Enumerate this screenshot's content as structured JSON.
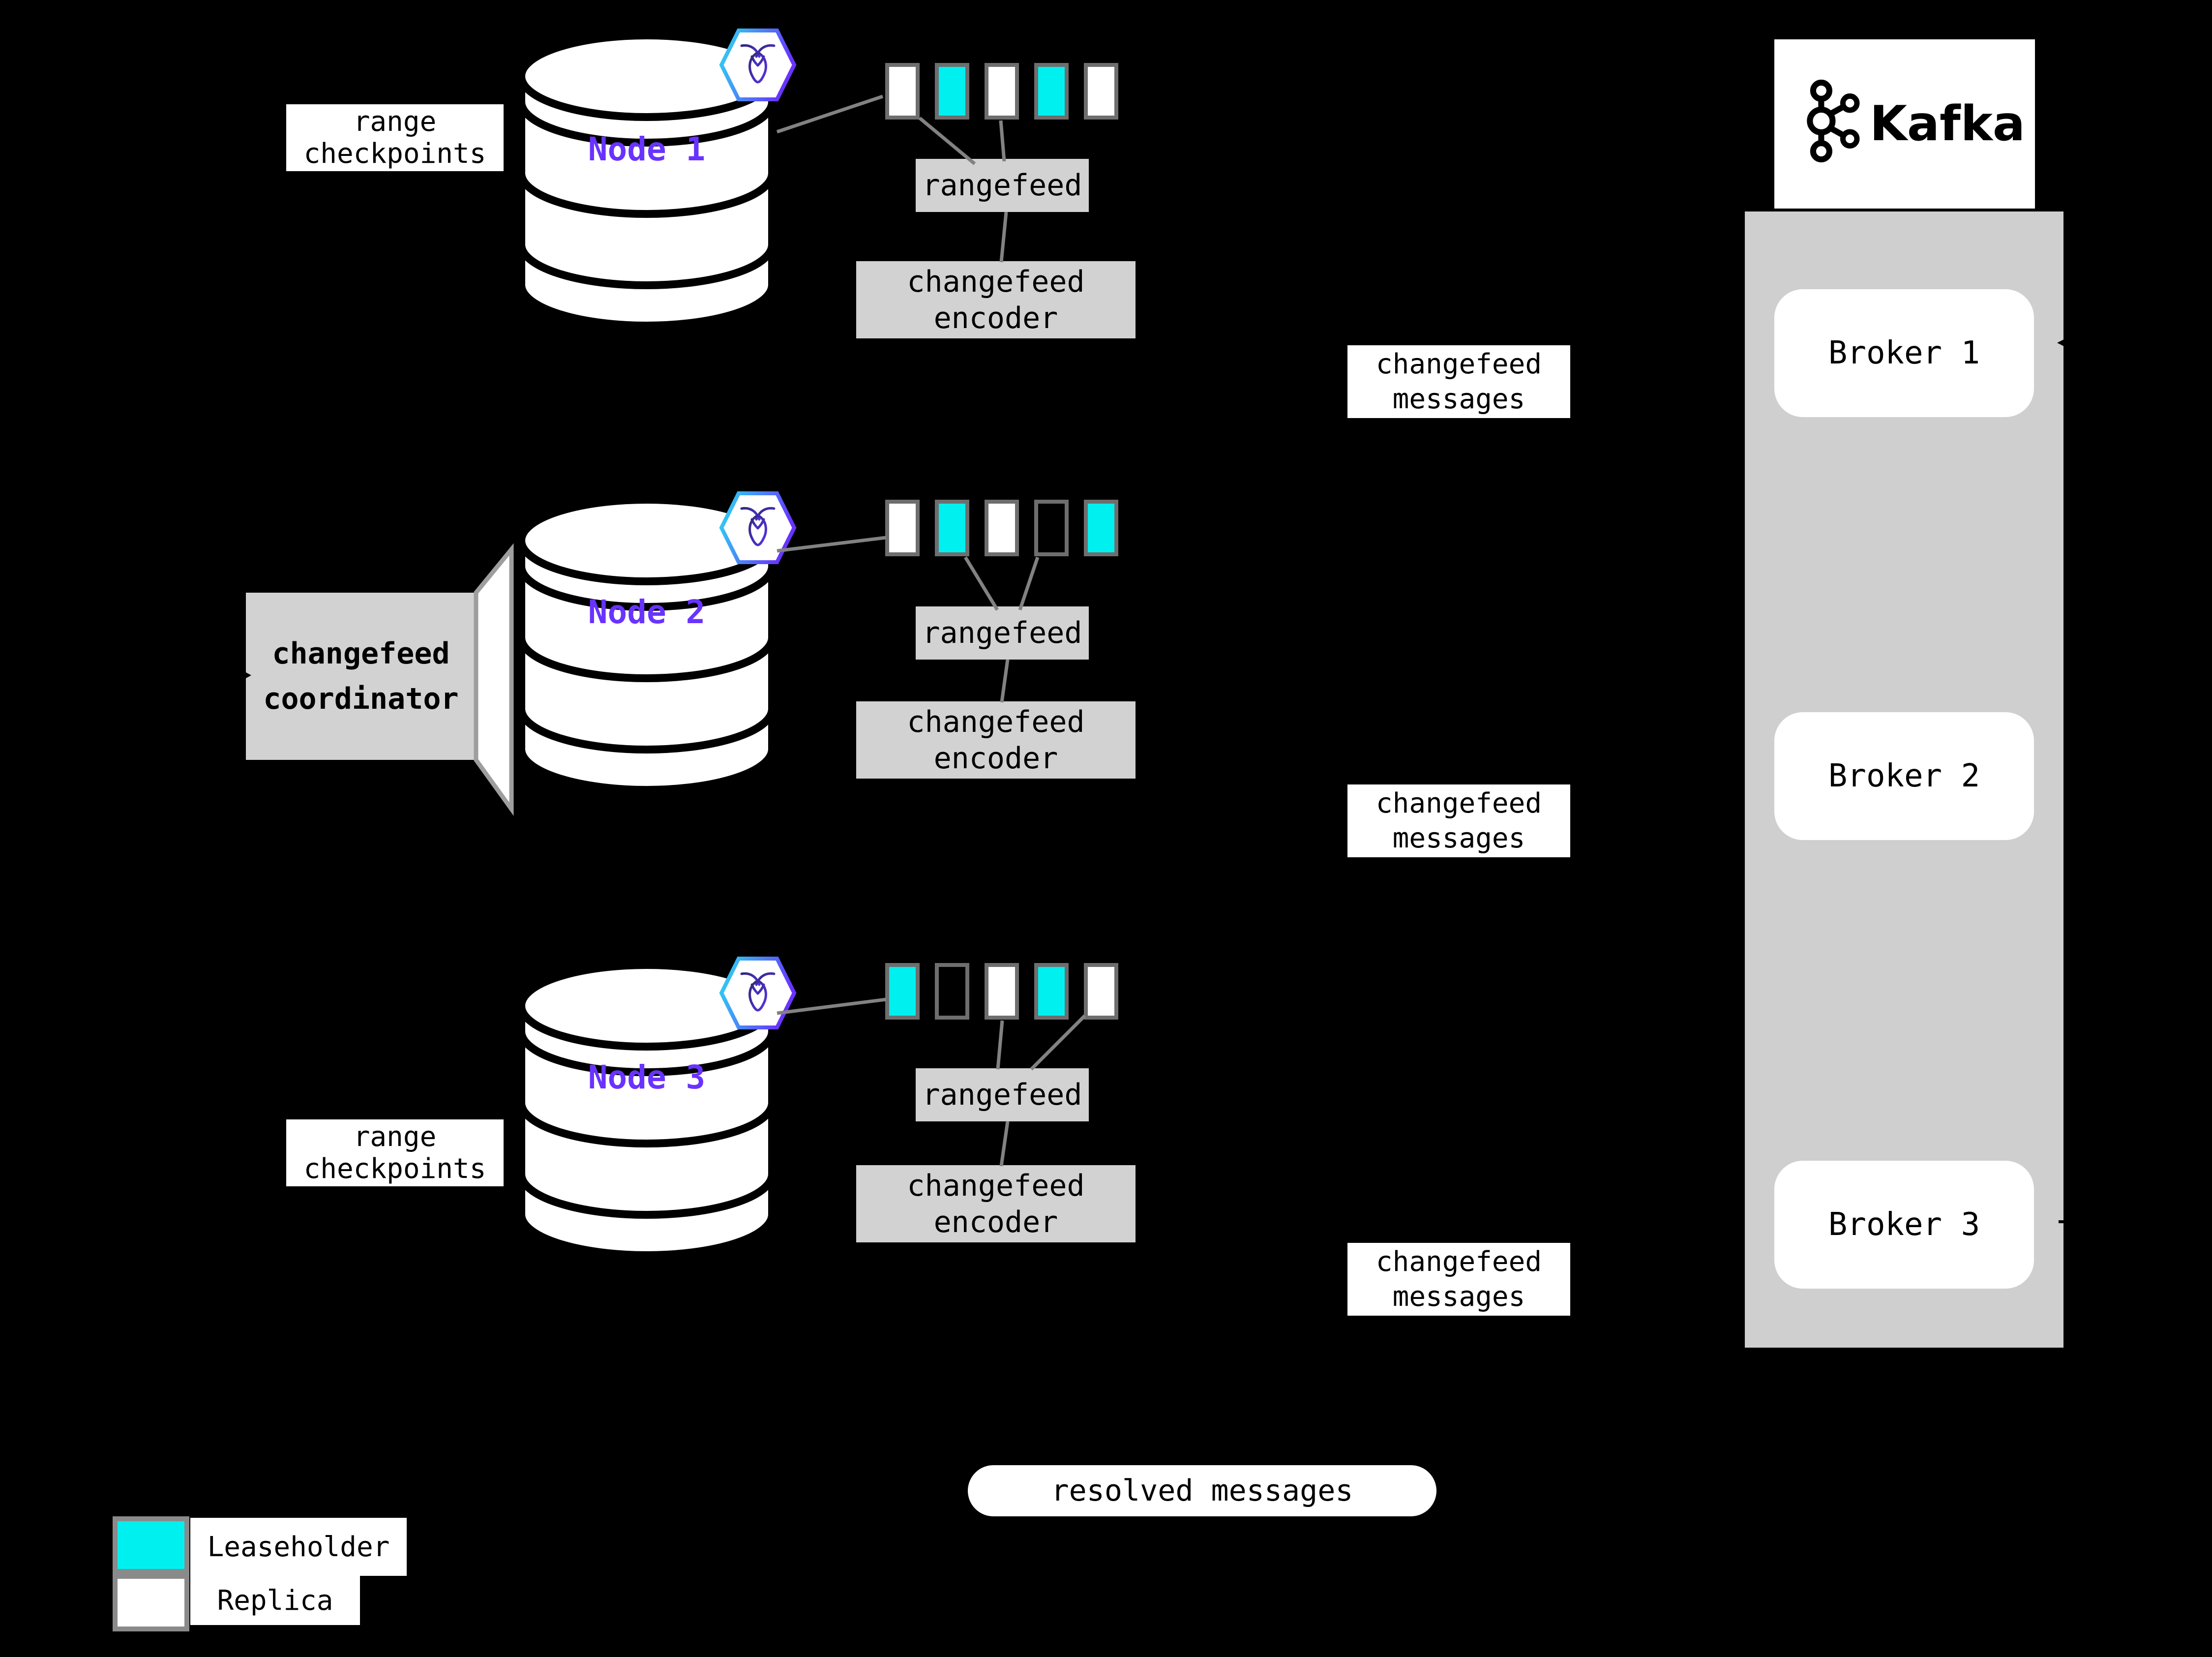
{
  "colors": {
    "leaseholder": "#00f0f0",
    "replica": "#ffffff",
    "node_label": "#6933ff",
    "box_gray": "#d2d2d2",
    "panel_gray": "#cfcfcf",
    "line_gray": "#828282",
    "square_border": "#6e6e6e",
    "hex_start": "#2bd9f2",
    "hex_end": "#6933ff",
    "roach_start": "#2f2a7a",
    "roach_end": "#5a31e8"
  },
  "nodes": [
    {
      "label": "Node 1",
      "side_label": [
        "range",
        "checkpoints"
      ],
      "rangefeed": "rangefeed",
      "encoder": [
        "changefeed",
        "encoder"
      ],
      "messages": [
        "changefeed",
        "messages"
      ],
      "replicas": [
        "replica",
        "leaseholder",
        "replica",
        "leaseholder",
        "replica"
      ]
    },
    {
      "label": "Node 2",
      "coordinator": [
        "changefeed",
        "coordinator"
      ],
      "rangefeed": "rangefeed",
      "encoder": [
        "changefeed",
        "encoder"
      ],
      "messages": [
        "changefeed",
        "messages"
      ],
      "replicas": [
        "replica",
        "leaseholder",
        "replica",
        "none",
        "leaseholder"
      ]
    },
    {
      "label": "Node 3",
      "side_label": [
        "range",
        "checkpoints"
      ],
      "rangefeed": "rangefeed",
      "encoder": [
        "changefeed",
        "encoder"
      ],
      "messages": [
        "changefeed",
        "messages"
      ],
      "replicas": [
        "leaseholder",
        "none",
        "replica",
        "leaseholder",
        "replica"
      ]
    }
  ],
  "kafka": {
    "brand": "Kafka",
    "brokers": [
      {
        "label": "Broker 1"
      },
      {
        "label": "Broker 2"
      },
      {
        "label": "Broker 3"
      }
    ]
  },
  "resolved_messages": "resolved messages",
  "legend": {
    "items": [
      {
        "label": "Leaseholder",
        "type": "leaseholder"
      },
      {
        "label": "Replica",
        "type": "replica"
      }
    ]
  }
}
